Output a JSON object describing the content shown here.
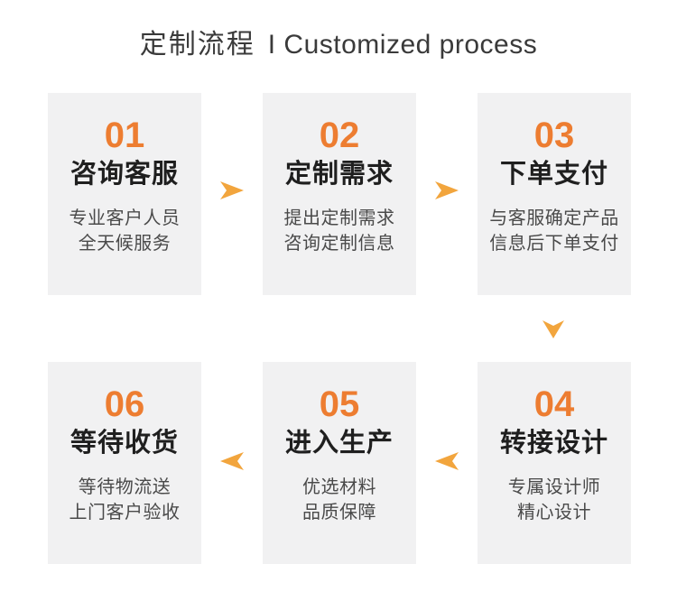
{
  "title": {
    "zh": "定制流程",
    "en": "I Customized process"
  },
  "colors": {
    "page_title_text": "#3A3A3A",
    "step_number_orange": "#ED7D31",
    "arrow_orange": "#F2A53D",
    "card_background": "#F1F1F2",
    "step_title_text": "#1F1F1F",
    "step_desc_text": "#4A4A4A"
  },
  "icons": {
    "arrow_right": "chevron-right-arrow",
    "arrow_down": "chevron-down-arrow",
    "arrow_left": "chevron-left-arrow"
  },
  "steps": [
    {
      "number": "01",
      "title": "咨询客服",
      "desc": [
        "专业客户人员",
        "全天候服务"
      ]
    },
    {
      "number": "02",
      "title": "定制需求",
      "desc": [
        "提出定制需求",
        "咨询定制信息"
      ]
    },
    {
      "number": "03",
      "title": "下单支付",
      "desc": [
        "与客服确定产品",
        "信息后下单支付"
      ]
    },
    {
      "number": "04",
      "title": "转接设计",
      "desc": [
        "专属设计师",
        "精心设计"
      ]
    },
    {
      "number": "05",
      "title": "进入生产",
      "desc": [
        "优选材料",
        "品质保障"
      ]
    },
    {
      "number": "06",
      "title": "等待收货",
      "desc": [
        "等待物流送",
        "上门客户验收"
      ]
    }
  ]
}
